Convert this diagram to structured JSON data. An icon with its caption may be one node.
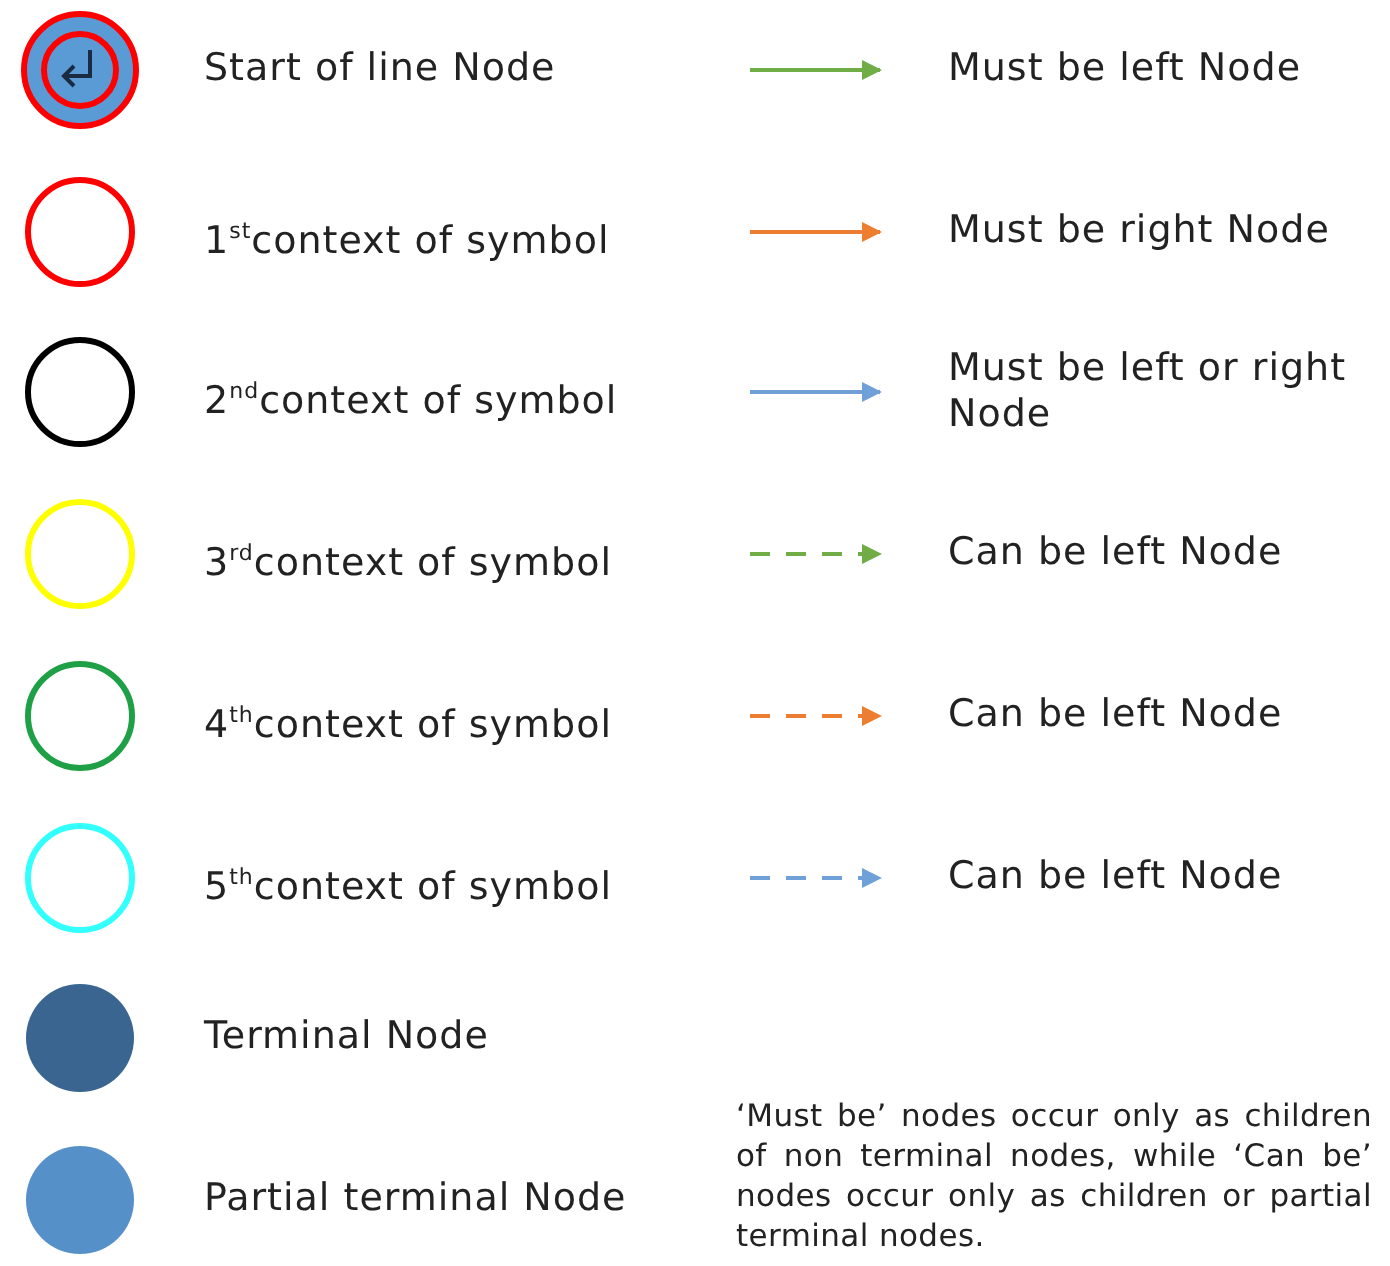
{
  "diagram": {
    "labels": [
      "‘Must be’ nodes occur only as children of non terminal nodes, while ‘Can be’ nodes occur only as children or partial terminal nodes."
    ],
    "legend": [
      {
        "text": "Start of line Node",
        "color": "#5b9bd5"
      },
      {
        "text": "1$^{st}$context of symbol",
        "color": "#ff0000"
      },
      {
        "text": "2$^{nd}$context of symbol",
        "color": "#000000"
      },
      {
        "text": "3$^{rd}$context of symbol",
        "color": "#ffff00"
      },
      {
        "text": "4$^{th}$context of symbol",
        "color": "#1fa046"
      },
      {
        "text": "5$^{th}$context of symbol",
        "color": "#33ffff"
      },
      {
        "text": "Terminal Node",
        "color": "#3a6591"
      },
      {
        "text": "Partial terminal Node",
        "color": "#5590c8"
      },
      {
        "text": "Must be left Node"
      },
      {
        "text": "Must be right Node"
      },
      {
        "text": "Must be left or right Node"
      },
      {
        "text": "Can be left Node"
      },
      {
        "text": "Can be left Node"
      },
      {
        "text": "Can be left Node"
      }
    ]
  }
}
